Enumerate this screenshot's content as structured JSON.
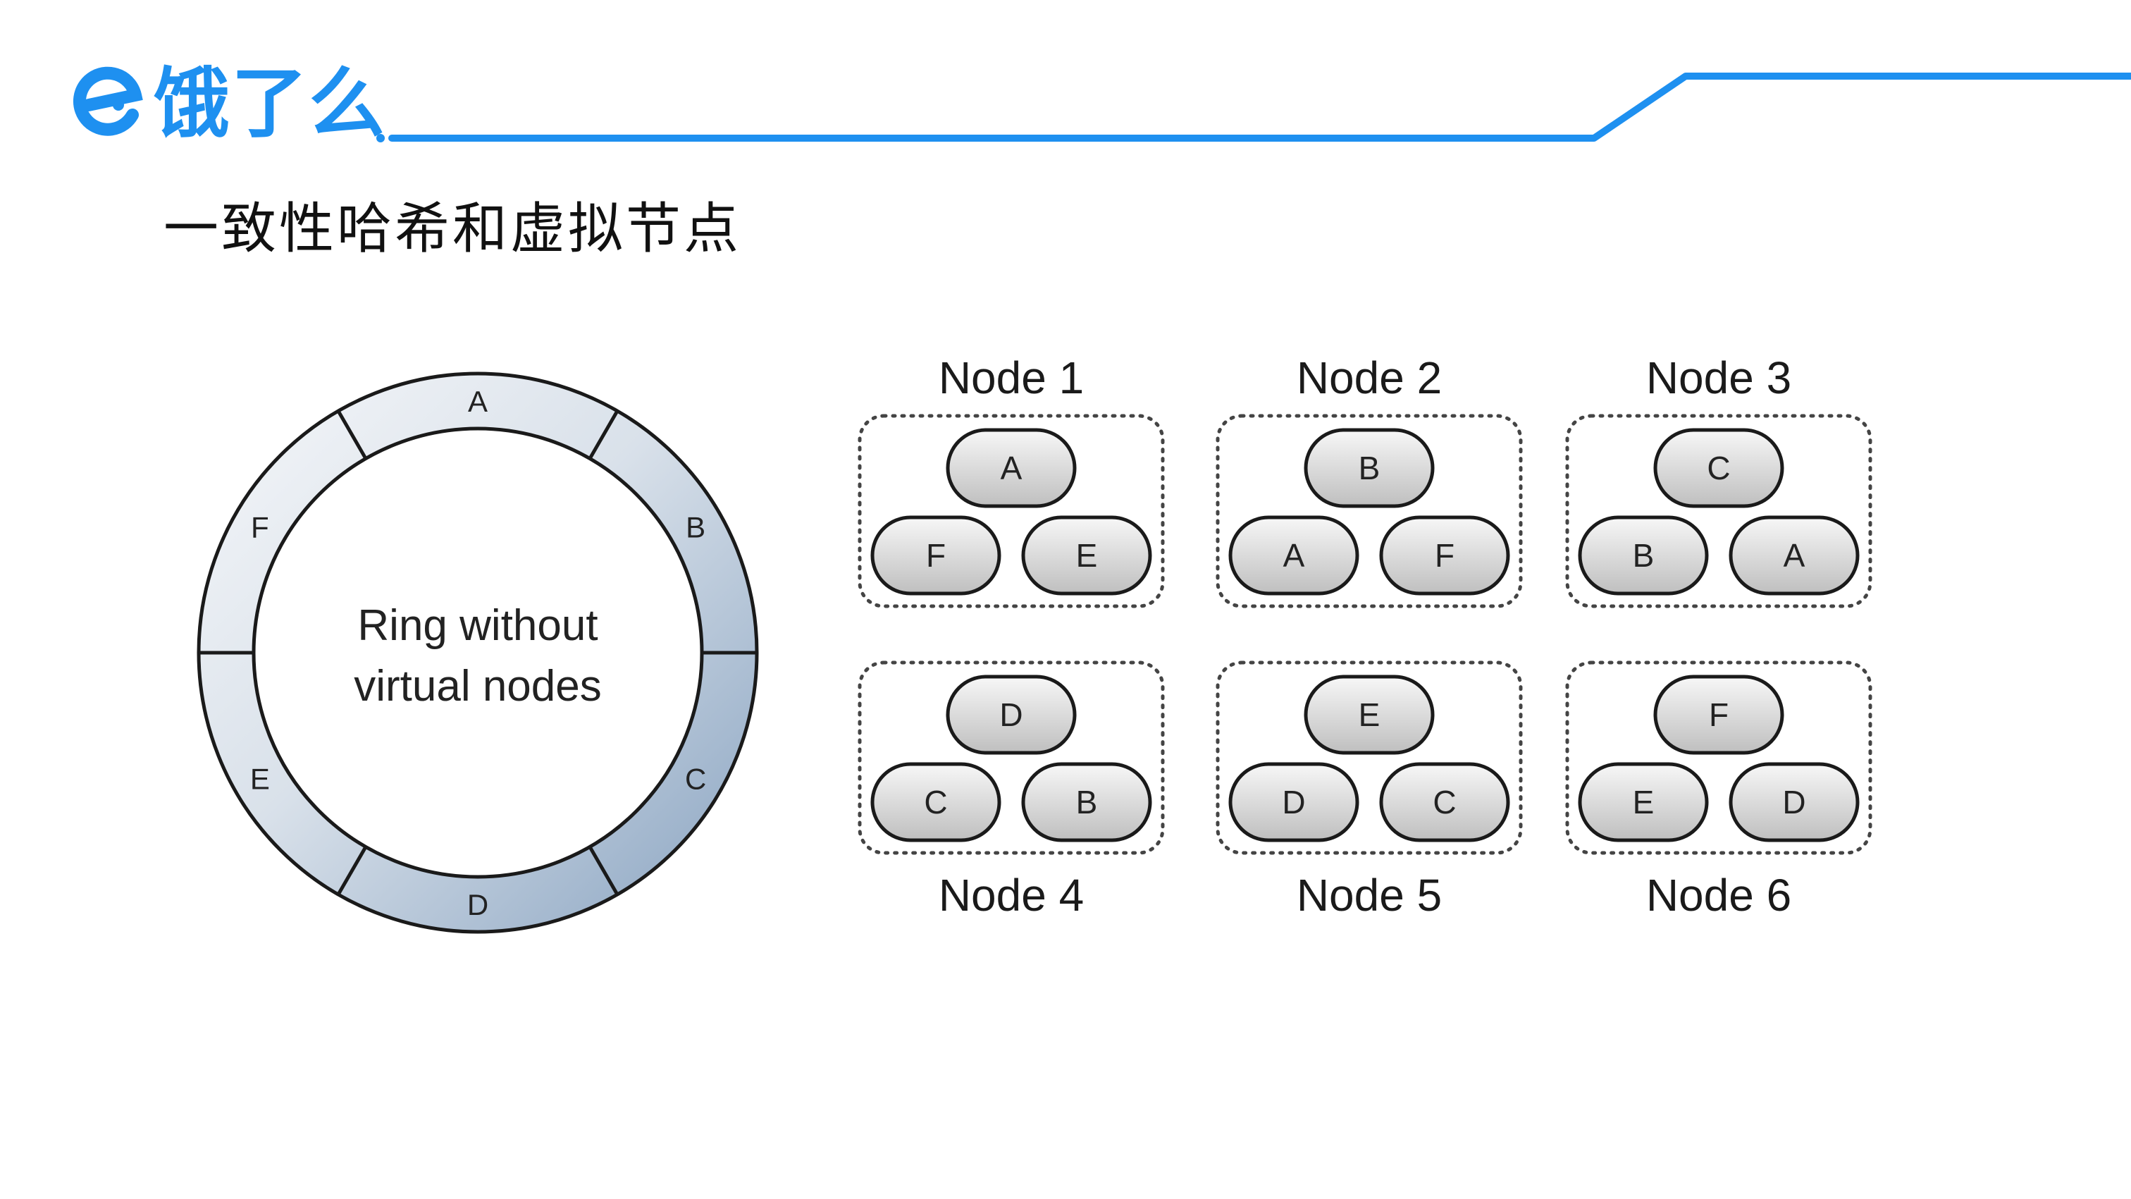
{
  "header": {
    "logo_text": "饿了么",
    "accent_color": "#1e90f0"
  },
  "slide": {
    "title": "一致性哈希和虚拟节点"
  },
  "ring": {
    "center_line1": "Ring without",
    "center_line2": "virtual nodes",
    "segments": [
      "A",
      "B",
      "C",
      "D",
      "E",
      "F"
    ]
  },
  "nodes": [
    {
      "title": "Node 1",
      "top": "A",
      "left": "F",
      "right": "E"
    },
    {
      "title": "Node 2",
      "top": "B",
      "left": "A",
      "right": "F"
    },
    {
      "title": "Node 3",
      "top": "C",
      "left": "B",
      "right": "A"
    },
    {
      "title": "Node 4",
      "top": "D",
      "left": "C",
      "right": "B"
    },
    {
      "title": "Node 5",
      "top": "E",
      "left": "D",
      "right": "C"
    },
    {
      "title": "Node 6",
      "top": "F",
      "left": "E",
      "right": "D"
    }
  ]
}
